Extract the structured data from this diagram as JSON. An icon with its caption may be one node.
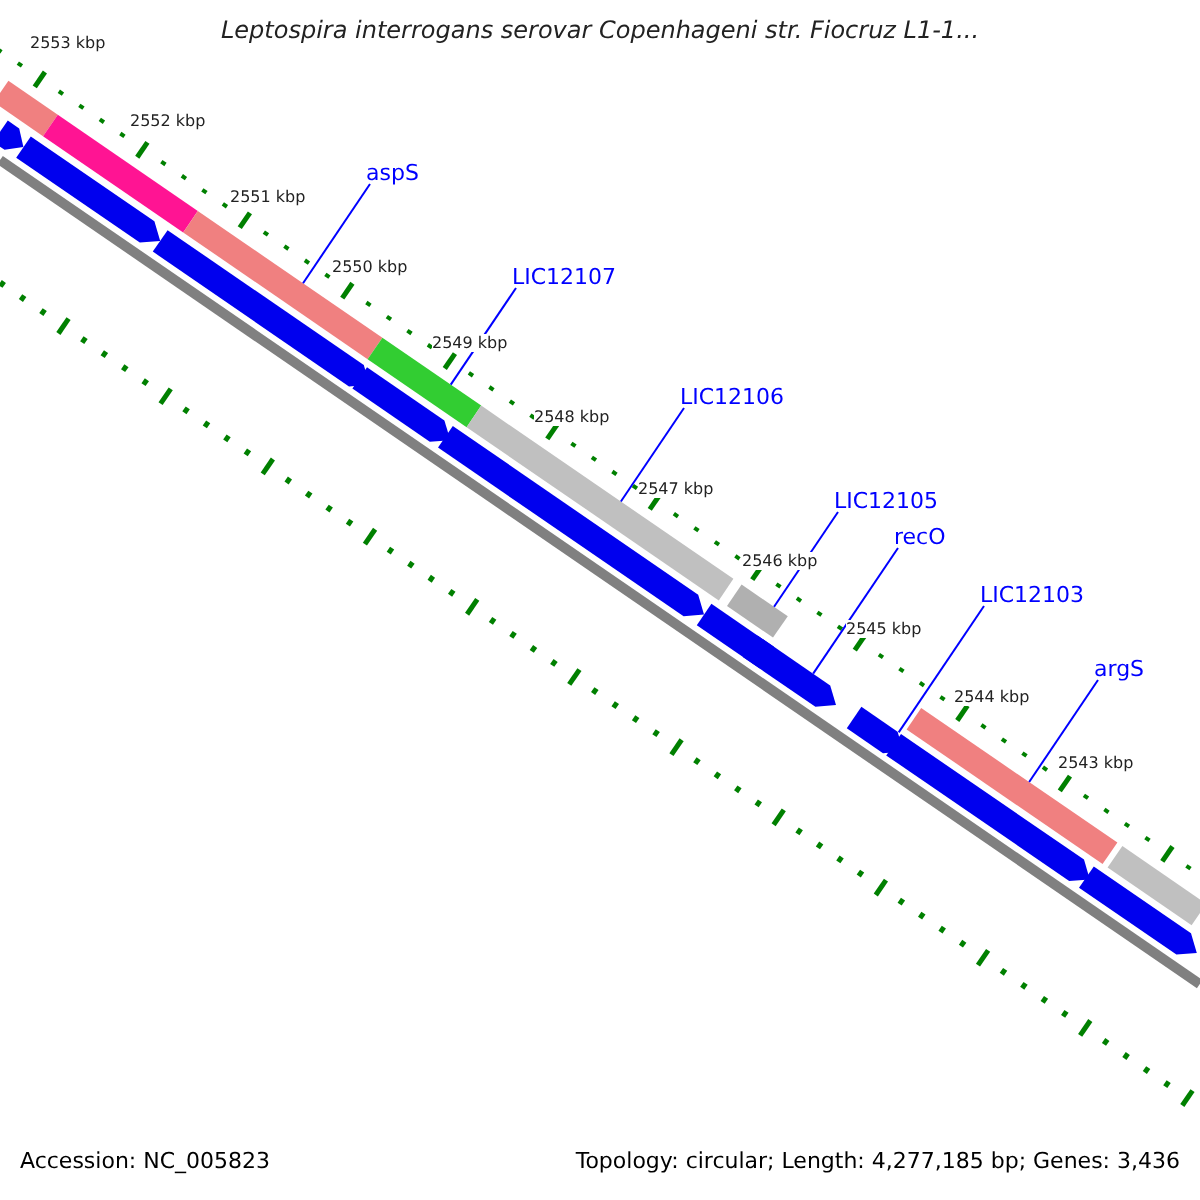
{
  "diagram": {
    "title": "Leptospira interrogans serovar Copenhageni str. Fiocruz L1-1...",
    "nodes": [
      {
        "text": [],
        "shape": "bar"
      },
      {
        "text": [],
        "shape": "arrow"
      },
      {
        "text": [],
        "shape": "bar"
      },
      {
        "text": [],
        "shape": "arrow"
      },
      {
        "text": [
          "aspS"
        ]
      },
      {
        "text": [],
        "shape": "bar"
      },
      {
        "text": [],
        "shape": "arrow"
      },
      {
        "text": [
          "LIC12107"
        ]
      },
      {
        "text": [],
        "shape": "bar"
      },
      {
        "text": [],
        "shape": "arrow"
      },
      {
        "text": [
          "LIC12106"
        ]
      },
      {
        "text": [],
        "shape": "bar"
      },
      {
        "text": [],
        "shape": "arrow"
      },
      {
        "text": [
          "LIC12105"
        ]
      },
      {
        "text": [],
        "shape": "bar"
      },
      {
        "text": [],
        "shape": "arrow"
      },
      {
        "text": [
          "recO"
        ]
      },
      {
        "text": [],
        "shape": "arrow"
      },
      {
        "text": [
          "LIC12103"
        ]
      },
      {
        "text": [],
        "shape": "arrow"
      },
      {
        "text": [
          "argS"
        ]
      },
      {
        "text": [],
        "shape": "bar"
      },
      {
        "text": [],
        "shape": "arrow"
      },
      {
        "text": [],
        "shape": "bar"
      },
      {
        "text": [],
        "shape": "arrow"
      }
    ],
    "edges": [
      {
        "from": 4,
        "to": 5,
        "arrow": "none"
      },
      {
        "from": 7,
        "to": 8,
        "arrow": "none"
      },
      {
        "from": 10,
        "to": 11,
        "arrow": "none"
      },
      {
        "from": 13,
        "to": 14,
        "arrow": "none"
      },
      {
        "from": 16,
        "to": 17,
        "arrow": "none"
      },
      {
        "from": 18,
        "to": 19,
        "arrow": "none"
      },
      {
        "from": 20,
        "to": 21,
        "arrow": "none"
      }
    ],
    "labels": [
      "2553 kbp",
      "2552 kbp",
      "2551 kbp",
      "2550 kbp",
      "2549 kbp",
      "2548 kbp",
      "2547 kbp",
      "2546 kbp",
      "2545 kbp",
      "2544 kbp",
      "2543 kbp",
      "Accession: NC_005823",
      "Topology: circular; Length: 4,277,185 bp; Genes: 3,436"
    ]
  }
}
